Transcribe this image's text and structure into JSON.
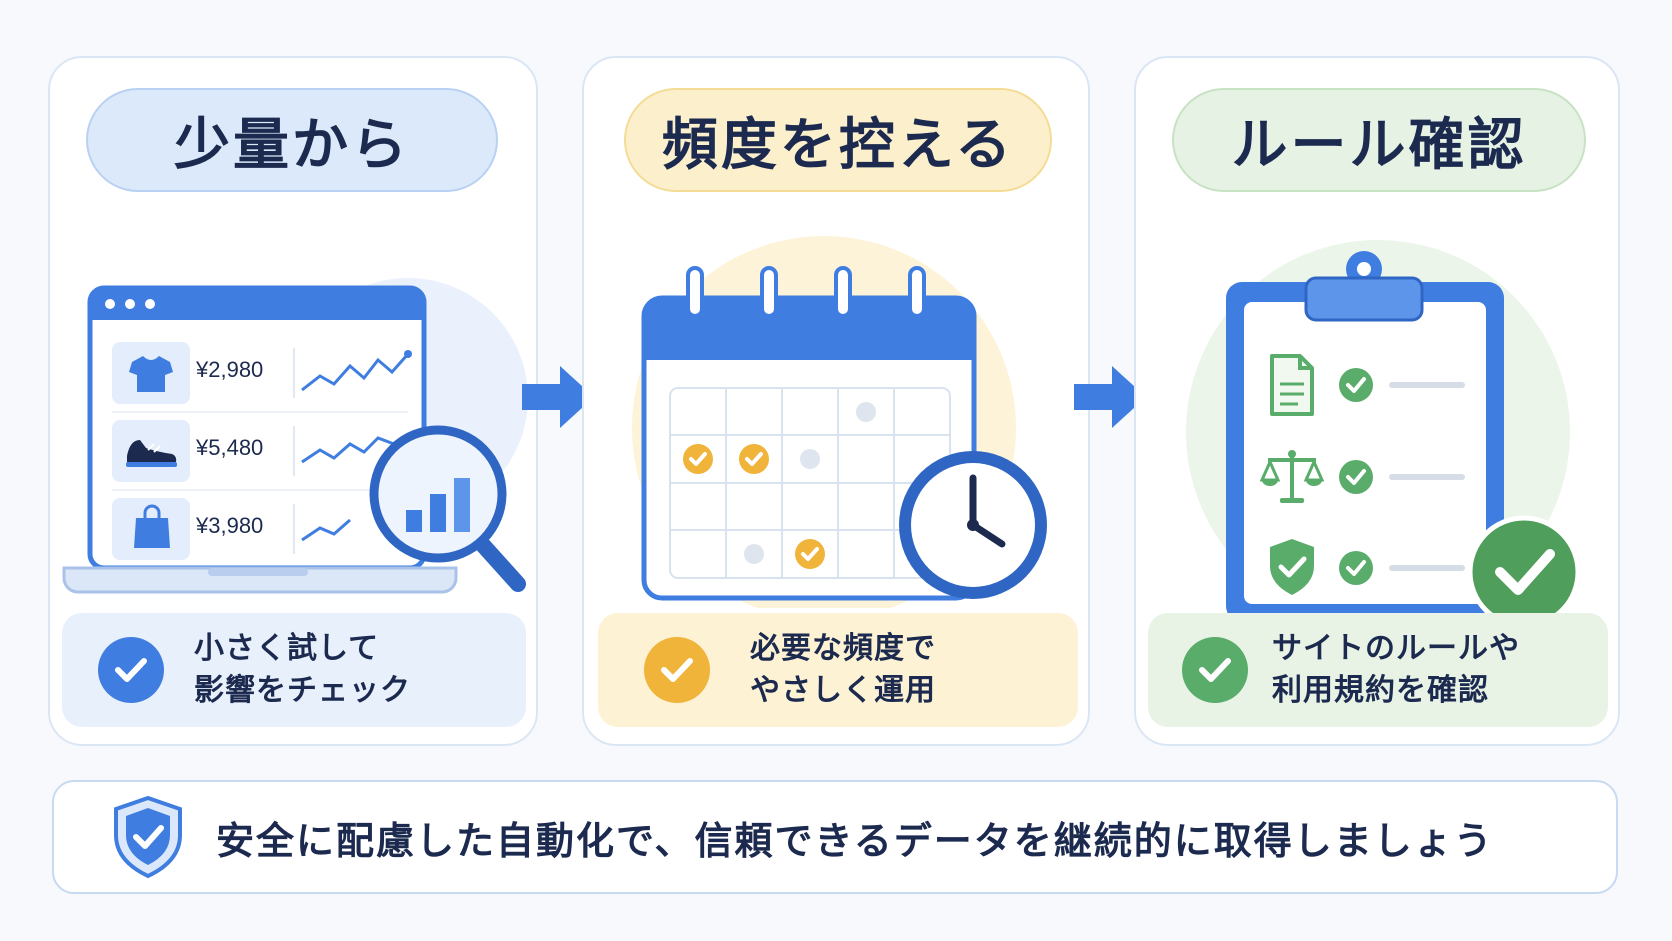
{
  "steps": [
    {
      "title": "少量から",
      "note_line1": "小さく試して",
      "note_line2": "影響をチェック"
    },
    {
      "title": "頻度を控える",
      "note_line1": "必要な頻度で",
      "note_line2": "やさしく運用"
    },
    {
      "title": "ルール確認",
      "note_line1": "サイトのルールや",
      "note_line2": "利用規約を確認"
    }
  ],
  "products": [
    {
      "icon": "tshirt-icon",
      "price": "¥2,980"
    },
    {
      "icon": "sneaker-icon",
      "price": "¥5,480"
    },
    {
      "icon": "bag-icon",
      "price": "¥3,980"
    }
  ],
  "checklist_icons": [
    "document-icon",
    "scales-icon",
    "shield-check-icon"
  ],
  "banner": {
    "text": "安全に配慮した自動化で、信頼できるデータを継続的に取得しましょう",
    "icon": "shield-check-icon"
  },
  "colors": {
    "blue": "#3f7de0",
    "yellow": "#f0b43a",
    "green": "#5aac6a",
    "navy": "#1b2a4e"
  }
}
